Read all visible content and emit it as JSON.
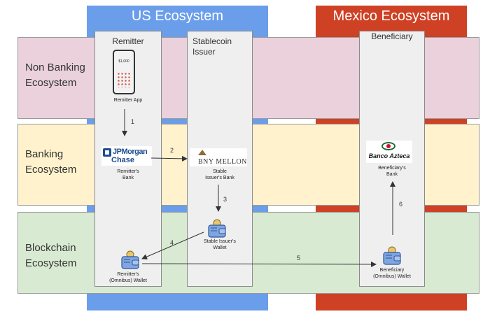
{
  "regions": {
    "us": {
      "title": "US Ecosystem",
      "color": "#6a9eea"
    },
    "mexico": {
      "title": "Mexico Ecosystem",
      "color": "#cf4125"
    }
  },
  "bands": {
    "non_banking": {
      "label_line1": "Non Banking",
      "label_line2": "Ecosystem",
      "color": "#ead1dc"
    },
    "banking": {
      "label_line1": "Banking",
      "label_line2": "Ecosystem",
      "color": "#fff2cc"
    },
    "blockchain": {
      "label_line1": "Blockchain",
      "label_line2": "Ecosystem",
      "color": "#d9ead3"
    }
  },
  "lanes": {
    "remitter": {
      "title": "Remitter"
    },
    "issuer": {
      "title_line1": "Stablecoin",
      "title_line2": "Issuer"
    },
    "beneficiary": {
      "title": "Beneficiary"
    }
  },
  "nodes": {
    "remitter_app": {
      "caption": "Remitter App",
      "phone_amount": "$1,000"
    },
    "remitter_bank": {
      "logo_line1": "JPMorgan",
      "logo_line2": "Chase",
      "caption_line1": "Remitter's",
      "caption_line2": "Bank"
    },
    "issuer_bank": {
      "logo": "BNY MELLON",
      "caption_line1": "Stable",
      "caption_line2": "Issuer's Bank"
    },
    "issuer_wallet": {
      "caption_line1": "Stable Issuer's",
      "caption_line2": "Wallet"
    },
    "remitter_wallet": {
      "caption_line1": "Remitter's",
      "caption_line2": "(Omnibus) Wallet"
    },
    "beneficiary_bank": {
      "logo": "Banco Azteca",
      "caption_line1": "Beneficiary's",
      "caption_line2": "Bank"
    },
    "beneficiary_wallet": {
      "caption_line1": "Beneficiary",
      "caption_line2": "(Omnibus) Wallet"
    }
  },
  "steps": [
    "1",
    "2",
    "3",
    "4",
    "5",
    "6"
  ],
  "icons": [
    "phone-icon",
    "jpmorgan-logo-icon",
    "bny-mellon-logo-icon",
    "banco-azteca-logo-icon",
    "wallet-icon"
  ]
}
